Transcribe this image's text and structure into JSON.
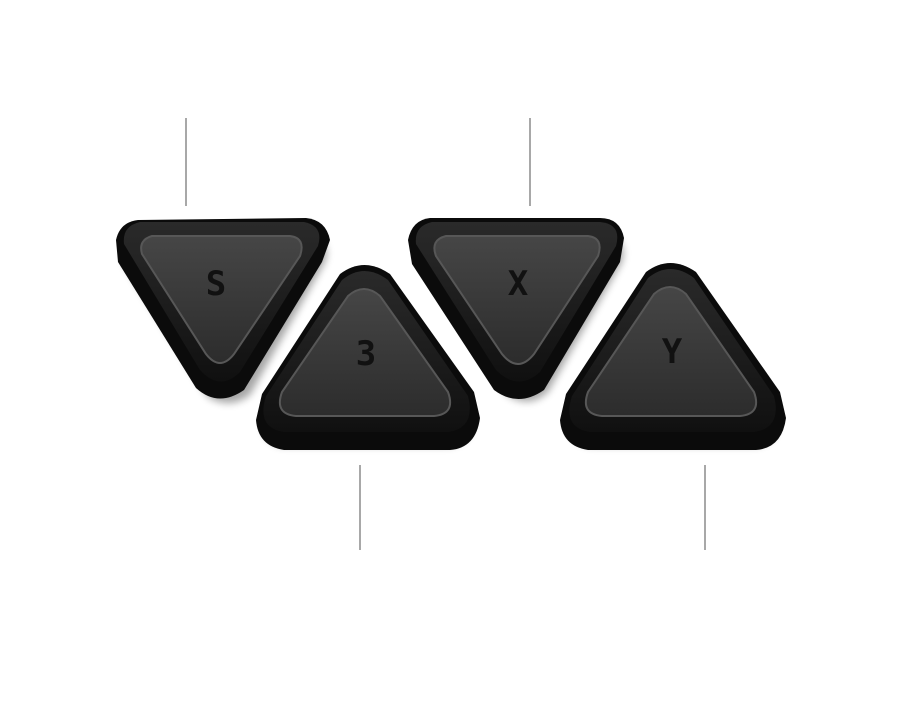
{
  "keys": [
    {
      "id": "s",
      "label": "S",
      "shape": "inverted-triangle"
    },
    {
      "id": "3",
      "label": "3",
      "shape": "triangle"
    },
    {
      "id": "x",
      "label": "X",
      "shape": "inverted-triangle"
    },
    {
      "id": "y",
      "label": "Y",
      "shape": "triangle"
    }
  ],
  "colors": {
    "background": "#ffffff",
    "body_dark": "#0d0d0d",
    "rim": "#1f1f1f",
    "face": "#3a3a3a",
    "face_edge": "#575757",
    "glyph": "#111111",
    "leader_line": "#8a8a8a"
  }
}
